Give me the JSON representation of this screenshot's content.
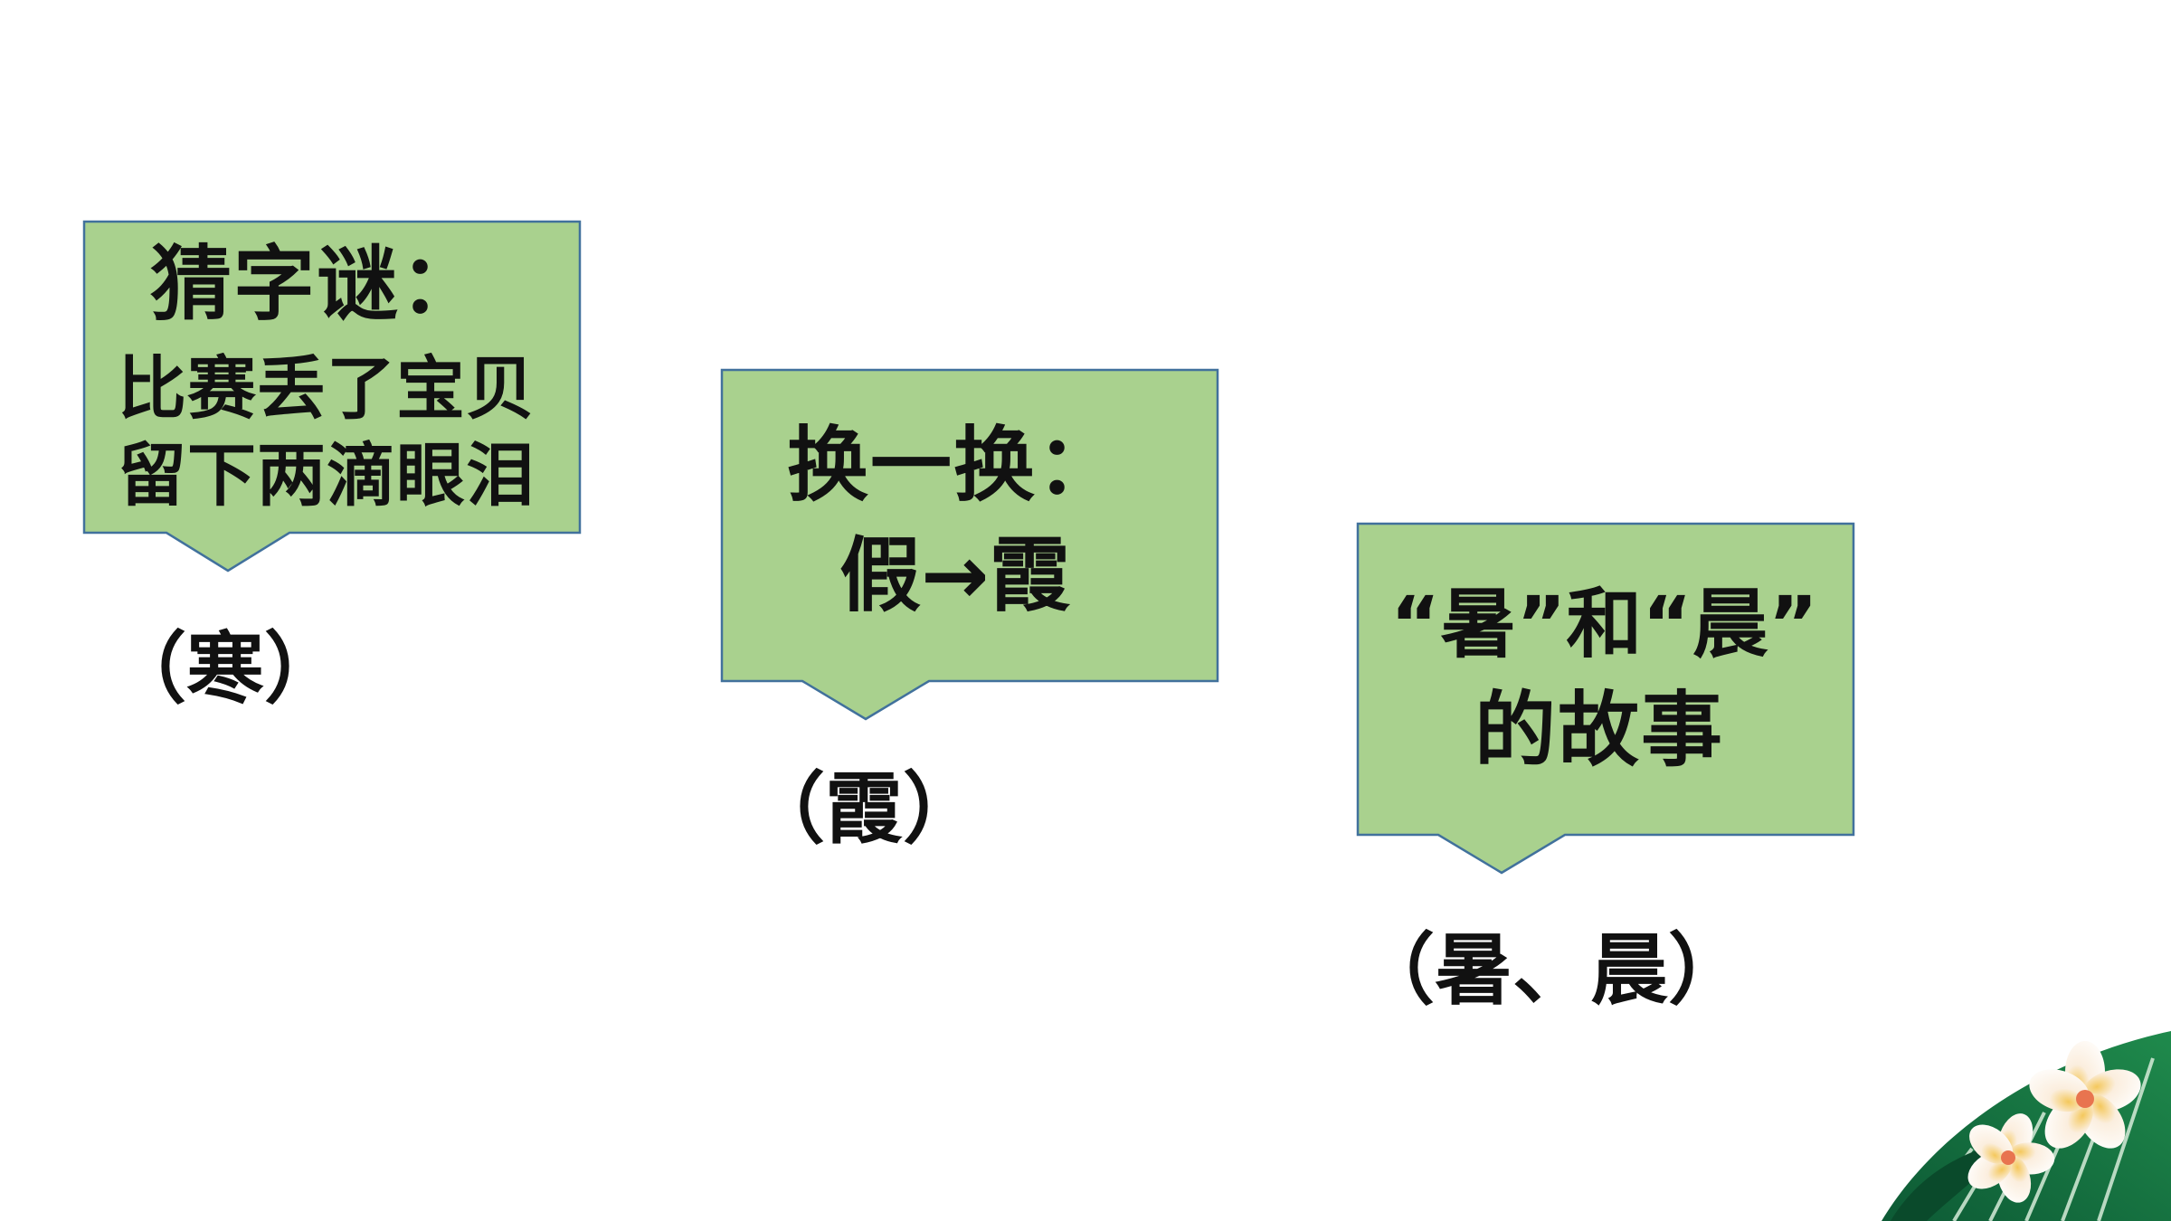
{
  "slide": {
    "fill_color": "#a9d18e",
    "outline_color": "#41719c"
  },
  "callouts": [
    {
      "title": "猜字谜：",
      "lines": [
        "比赛丢了宝贝",
        "留下两滴眼泪"
      ],
      "answer": "（寒）"
    },
    {
      "title": "换一换：",
      "lines": [
        "假→霞"
      ],
      "answer": "（霞）"
    },
    {
      "title": "",
      "lines": [
        "“暑”和“晨”",
        "的故事"
      ],
      "answer": "（暑、晨）"
    }
  ],
  "decoration": "tropical-leaf-and-plumeria-flower-illustration"
}
